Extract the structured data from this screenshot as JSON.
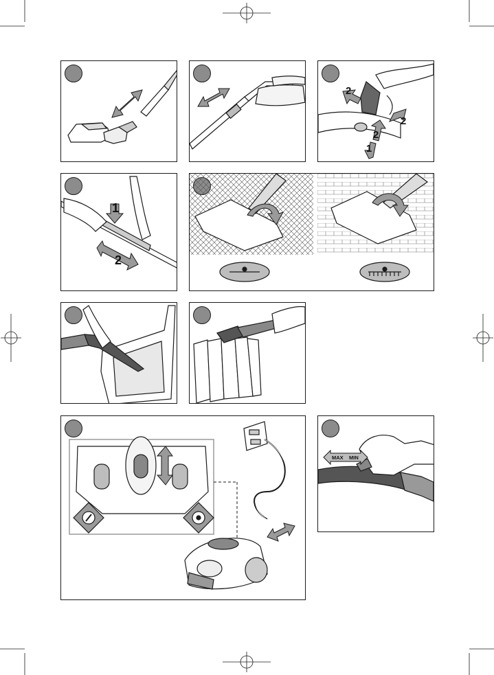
{
  "labels": {
    "step_one": "1",
    "step_two": "2",
    "max": "MAX",
    "min": "MIN"
  },
  "colors": {
    "ink": "#1a1a1a",
    "arrow_fill": "#9a9a9a",
    "badge_fill": "#8c8c8c",
    "inset_fill": "#c8c8c8"
  },
  "icons": [
    "registration-crosshair-icon",
    "step-number-badge-icon",
    "double-arrow-icon",
    "rotate-arrow-icon",
    "power-symbol-icon",
    "cord-rewind-symbol-icon"
  ]
}
